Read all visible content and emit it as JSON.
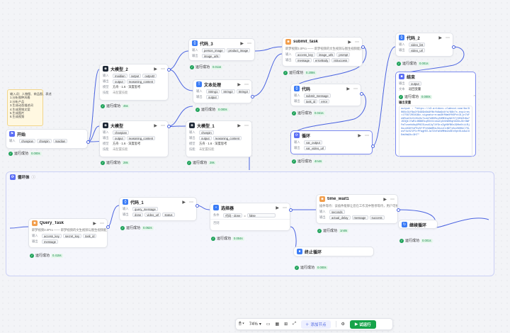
{
  "note_lines": [
    "输入词：人物图、商品图、表述",
    "1.分析图种风格",
    "2.分析产品",
    "3.生成动态描述词",
    "4.生成营销文案",
    "5.生成图片",
    "6.生成视频"
  ],
  "loop_title": "循环体",
  "labels": {
    "input": "输入",
    "output": "输出",
    "text": "文本",
    "model": "模型",
    "skill": "技能",
    "config": "配置",
    "items": "条件",
    "else": "否则"
  },
  "success": "运行成功",
  "nodes": {
    "start": {
      "title": "开始",
      "inputs": [
        "chanpian",
        "chanpin",
        "maidian"
      ],
      "time": "0.000s"
    },
    "llm2": {
      "title": "大模型_2",
      "inputs": [
        "maidian",
        "output",
        "output2"
      ],
      "outputs": [
        "output",
        "reasoning_content"
      ],
      "model": "方舟 · 1.6 · 深度思考",
      "skill": "未配置技能",
      "time": "45s"
    },
    "llm": {
      "title": "大模型",
      "inputs": [
        "chanpian"
      ],
      "outputs": [
        "output",
        "reasoning_content"
      ],
      "model": "方舟 · 1.6 · 深度思考",
      "skill": "未配置技能",
      "time": "28s"
    },
    "code3": {
      "title": "代码_3",
      "inputs": [
        "person_image",
        "product_image"
      ],
      "outputs": [
        "image_urls"
      ],
      "time": "0.011s"
    },
    "textproc": {
      "title": "文本处理",
      "inputs": [
        "String1",
        "String2",
        "String3"
      ],
      "outputs": [
        "output"
      ],
      "time": "0.000s"
    },
    "llm1": {
      "title": "大模型_1",
      "inputs": [
        "chanpin"
      ],
      "outputs": [
        "output",
        "reasoning_content"
      ],
      "model": "方舟 · 1.6 · 深度思考",
      "skill": "未配置技能",
      "time": "28s"
    },
    "submit": {
      "title": "submit_task",
      "desc": "即梦视频3.0Pro —— 即梦视频的文生视频与图生视频能力，在…",
      "inputs": [
        "access_key",
        "image_urls",
        "prompt"
      ],
      "outputs": [
        "message",
        "errorBody",
        "isSuccess"
      ],
      "time": "0.208s"
    },
    "code": {
      "title": "代码",
      "inputs": [
        "submit_message"
      ],
      "outputs": [
        "task_id",
        "error"
      ],
      "time": "0.041s"
    },
    "loop": {
      "title": "循环",
      "inputs": [
        "var_output"
      ],
      "outputs": [
        "var_video_url"
      ],
      "time": "4m4s"
    },
    "code2": {
      "title": "代码_2",
      "inputs": [
        "video_list"
      ],
      "outputs": [
        "video_url"
      ],
      "time": "0.001s"
    },
    "end": {
      "title": "结束",
      "inputs": [
        "output"
      ],
      "answer": "返回变量",
      "result_label": "输出变量",
      "time": "0.000s",
      "result": "output : \"https://v3-artdocs.vlabvod.com/4m/9066c31f8a2f9499b6b9f0bfb6a9d4fd/68b?x-expires=1756720349&x-signature=aa3KfWmUfK6Pct3Ljn7kFn9RoeIGJ3JKi0sTxdd7d0HRcy56MDXq2ACS7j5E9ZhBu7J63Q1lfwRi4KB8EkqS5tU1sbuCyDdVm0Oqh6d3sJ6rGWfFmTvoehkNq6P6CSLmuXJqT4fGrzZgH8fB6s39HnOtiiRjXuu1KGVYoPEz5ffFeh9m0RaJ3sxzCiNDT18z26OKkC75LovF4zV2lF5rPfagHSlJa72bfaVdMHm2uSEx0ptOLk&wlXEmVbW2k=3H7\""
    },
    "querytask": {
      "title": "Query_Task",
      "desc": "即梦视频3.0Pro —— 即梦视频的文生视频与图生视频能力，在…",
      "inputs": [
        "access_key",
        "secret_key",
        "task_id"
      ],
      "outputs": [
        "message"
      ],
      "time": "0.415s"
    },
    "code1": {
      "title": "代码_1",
      "inputs": [
        "query_message"
      ],
      "outputs": [
        "done",
        "video_url",
        "status"
      ],
      "time": "0.062s"
    },
    "selector": {
      "title": "选择器",
      "cond_var": "代码 - done",
      "cond_op": "=",
      "cond_val": "false",
      "time": "0.004s"
    },
    "timewait": {
      "title": "time_wait1",
      "desc": "插件等待：该插件能够让您在工作流中暂停等待，用户可按…",
      "inputs": [
        "seconds"
      ],
      "outputs": [
        "actual_delay",
        "message",
        "success"
      ],
      "time": "1m0s"
    },
    "continue": {
      "title": "继续循环",
      "time": "0.001s"
    },
    "stoploop": {
      "title": "终止循环",
      "time": "0.000s"
    }
  },
  "toolbar": {
    "zoom": "74%",
    "add": "添加节点",
    "run": "试运行"
  }
}
